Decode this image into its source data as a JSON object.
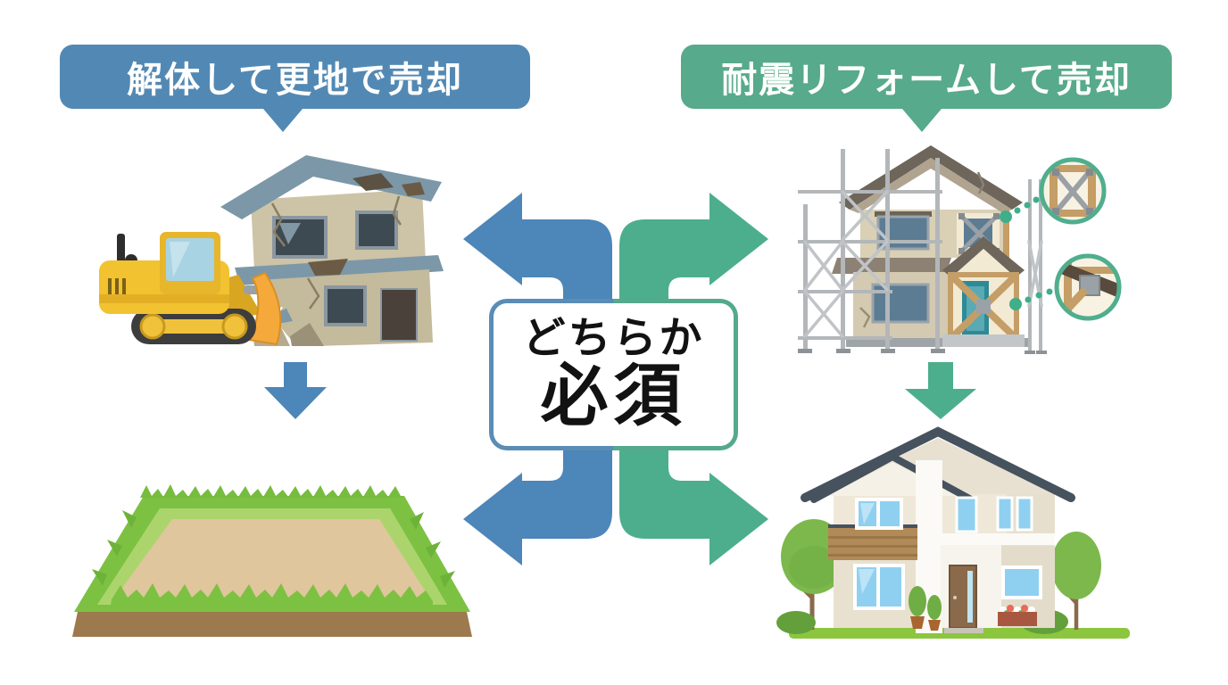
{
  "diagram_title": "house-sale-options-either-required",
  "left_flow": {
    "banner": {
      "label": "解体して更地で売却",
      "bg_color": "#5289b4",
      "text_color": "#ffffff"
    },
    "before_icon": "bulldozer-demolishing-damaged-house",
    "down_arrow_icon": "blue-down-arrow",
    "down_arrow_color": "#4d86b8",
    "after_icon": "vacant-land-plot"
  },
  "right_flow": {
    "banner": {
      "label": "耐震リフォームして売却",
      "bg_color": "#57aa8b",
      "text_color": "#ffffff"
    },
    "before_icon": "house-with-scaffolding-seismic-retrofit",
    "callout_icons": [
      "x-brace-frame-detail",
      "diagonal-brace-joint-detail"
    ],
    "down_arrow_icon": "green-down-arrow",
    "down_arrow_color": "#4cae8d",
    "after_icon": "renovated-two-story-house"
  },
  "center_note": {
    "line1": "どちらか",
    "line2": "必須",
    "text_color": "#121212",
    "border_left_color": "#5a8db6",
    "border_right_color": "#55a98c",
    "left_arrows_color": "#4d86b8",
    "right_arrows_color": "#4cae8d"
  }
}
